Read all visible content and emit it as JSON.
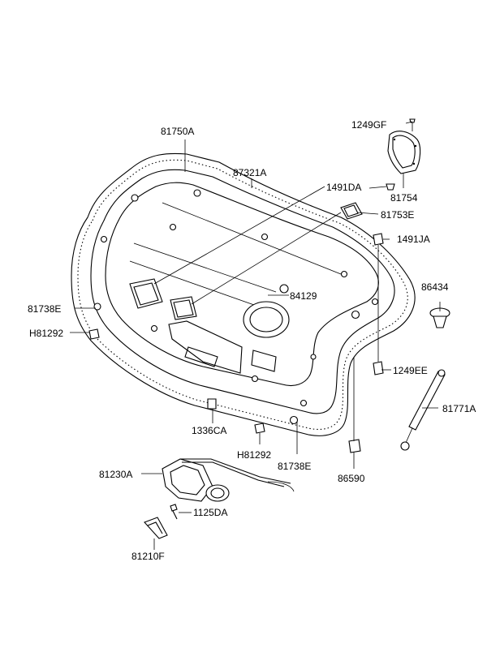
{
  "parts": {
    "p1249GF": "1249GF",
    "p81754": "81754",
    "p81750A": "81750A",
    "p87321A": "87321A",
    "p1491DA": "1491DA",
    "p81753E": "81753E",
    "p1491JA": "1491JA",
    "p86434": "86434",
    "p84129": "84129",
    "p81738E_left": "81738E",
    "pH81292_left": "H81292",
    "p1249EE": "1249EE",
    "p81771A": "81771A",
    "p1336CA": "1336CA",
    "pH81292_bottom": "H81292",
    "p81738E_bottom": "81738E",
    "p86590": "86590",
    "p81230A": "81230A",
    "p1125DA": "1125DA",
    "p81210F": "81210F"
  }
}
